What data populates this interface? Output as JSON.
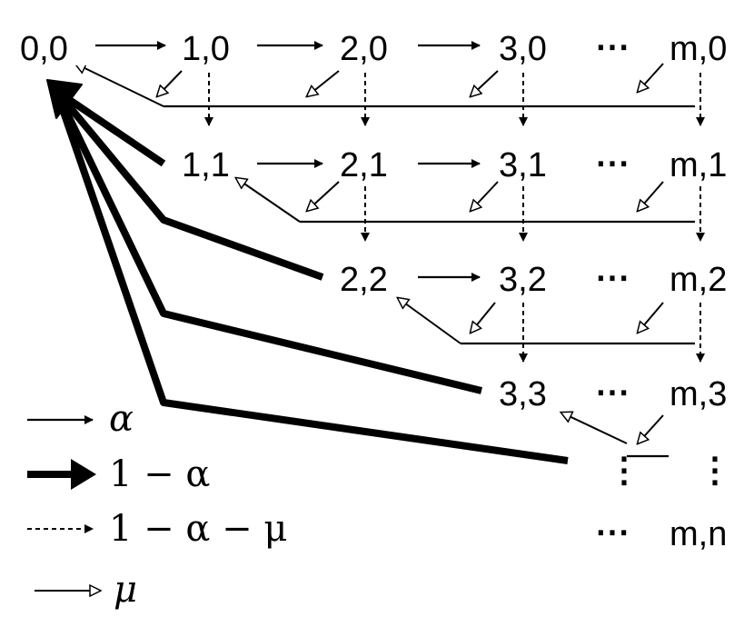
{
  "nodes": {
    "n00": "0,0",
    "n10": "1,0",
    "n20": "2,0",
    "n30": "3,0",
    "nm0": "m,0",
    "n11": "1,1",
    "n21": "2,1",
    "n31": "3,1",
    "nm1": "m,1",
    "n22": "2,2",
    "n32": "3,2",
    "nm2": "m,2",
    "n33": "3,3",
    "nm3": "m,3",
    "nmn": "m,n"
  },
  "ellipsis": "⋯",
  "vertical_ellipsis": "⋮",
  "legend": {
    "alpha": "α",
    "one_minus_alpha": "1 − α",
    "one_minus_alpha_minus_mu": "1 − α − μ",
    "mu": "μ"
  }
}
